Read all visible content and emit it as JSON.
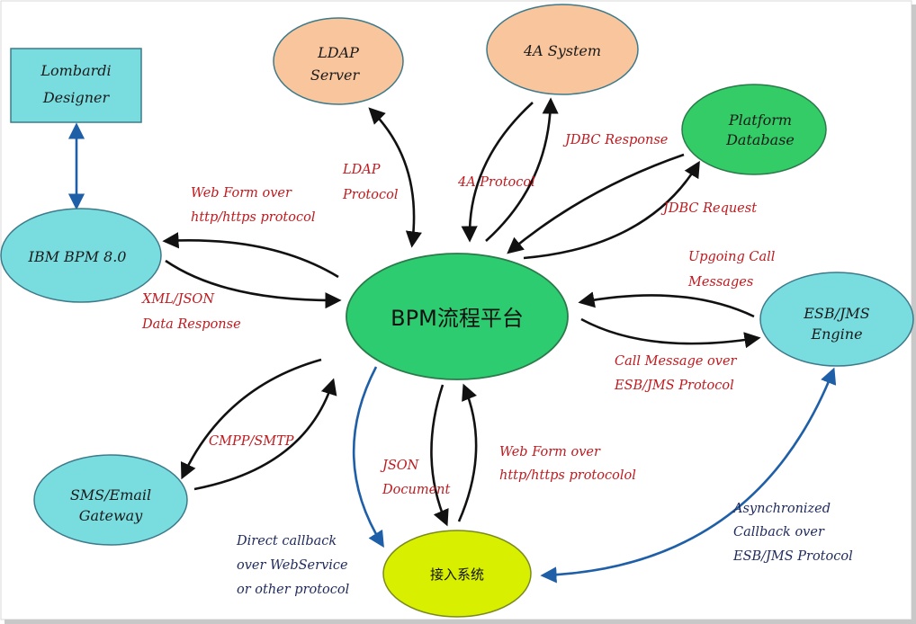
{
  "nodes": {
    "lombardi": [
      "Lombardi",
      "Designer"
    ],
    "ibm_bpm": [
      "IBM BPM 8.0"
    ],
    "ldap": [
      "LDAP",
      "Server"
    ],
    "system_4a": [
      "4A System"
    ],
    "platform_db": [
      "Platform",
      "Database"
    ],
    "bpm_platform": [
      "BPM流程平台"
    ],
    "esb_engine": [
      "ESB/JMS",
      "Engine"
    ],
    "sms_gateway": [
      "SMS/Email",
      "Gateway"
    ],
    "access_system": [
      "接入系统"
    ]
  },
  "labels": {
    "web_form_ibm": [
      "Web Form over",
      "http/https protocol"
    ],
    "xml_json": [
      "XML/JSON",
      "Data Response"
    ],
    "ldap_protocol": [
      "LDAP",
      "Protocol"
    ],
    "protocol_4a": [
      "4A Protocol"
    ],
    "jdbc_response": [
      "JDBC Response"
    ],
    "jdbc_request": [
      "JDBC Request"
    ],
    "upgoing": [
      "Upgoing Call",
      "Messages"
    ],
    "call_message": [
      "Call Message over",
      "ESB/JMS Protocol"
    ],
    "cmpp": [
      "CMPP/SMTP"
    ],
    "json_doc": [
      "JSON",
      "Document"
    ],
    "web_form_access": [
      "Web Form over",
      "http/https protocolol"
    ],
    "direct_callback": [
      "Direct callback",
      "over WebService",
      "or other protocol"
    ],
    "async_callback": [
      "Asynchronized",
      "Callback over",
      "ESB/JMS Protocol"
    ]
  },
  "colors": {
    "bpm_platform": "#2ecc71",
    "cyan_node": "#79dde0",
    "orange_node": "#f9c59d",
    "green_node": "#33cc66",
    "yellow_node": "#d8f000",
    "red_text": "#c0191e",
    "navy_text": "#1f2a5c",
    "blue_arrow": "#1f5fa8",
    "black_arrow": "#111111"
  }
}
